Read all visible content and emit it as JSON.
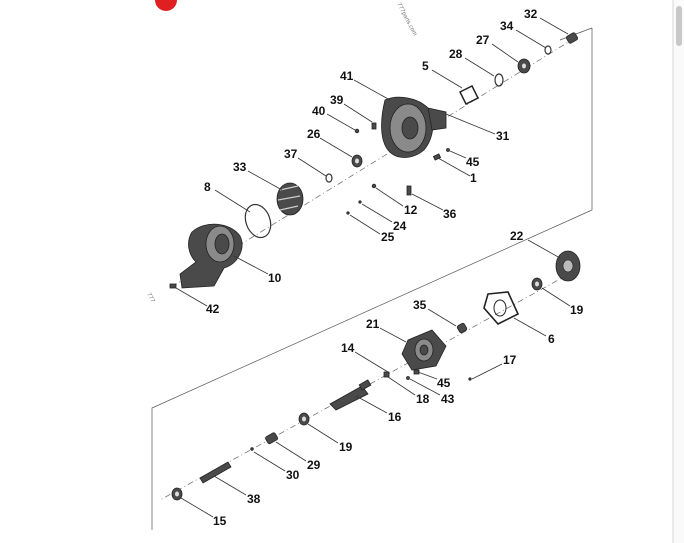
{
  "watermark_text": "777parts.com",
  "accent_color": "#e02020",
  "callouts": [
    {
      "id": "c32",
      "label": "32"
    },
    {
      "id": "c34",
      "label": "34"
    },
    {
      "id": "c27",
      "label": "27"
    },
    {
      "id": "c28",
      "label": "28"
    },
    {
      "id": "c5",
      "label": "5"
    },
    {
      "id": "c41",
      "label": "41"
    },
    {
      "id": "c39",
      "label": "39"
    },
    {
      "id": "c40",
      "label": "40"
    },
    {
      "id": "c26",
      "label": "26"
    },
    {
      "id": "c31",
      "label": "31"
    },
    {
      "id": "c45a",
      "label": "45"
    },
    {
      "id": "c1",
      "label": "1"
    },
    {
      "id": "c37",
      "label": "37"
    },
    {
      "id": "c33",
      "label": "33"
    },
    {
      "id": "c8",
      "label": "8"
    },
    {
      "id": "c12",
      "label": "12"
    },
    {
      "id": "c36",
      "label": "36"
    },
    {
      "id": "c24",
      "label": "24"
    },
    {
      "id": "c25",
      "label": "25"
    },
    {
      "id": "c10",
      "label": "10"
    },
    {
      "id": "c42",
      "label": "42"
    },
    {
      "id": "c22",
      "label": "22"
    },
    {
      "id": "c19a",
      "label": "19"
    },
    {
      "id": "c35",
      "label": "35"
    },
    {
      "id": "c6",
      "label": "6"
    },
    {
      "id": "c21",
      "label": "21"
    },
    {
      "id": "c14",
      "label": "14"
    },
    {
      "id": "c17",
      "label": "17"
    },
    {
      "id": "c45b",
      "label": "45"
    },
    {
      "id": "c18",
      "label": "18"
    },
    {
      "id": "c43",
      "label": "43"
    },
    {
      "id": "c16",
      "label": "16"
    },
    {
      "id": "c19b",
      "label": "19"
    },
    {
      "id": "c29",
      "label": "29"
    },
    {
      "id": "c30",
      "label": "30"
    },
    {
      "id": "c38",
      "label": "38"
    },
    {
      "id": "c15",
      "label": "15"
    }
  ]
}
